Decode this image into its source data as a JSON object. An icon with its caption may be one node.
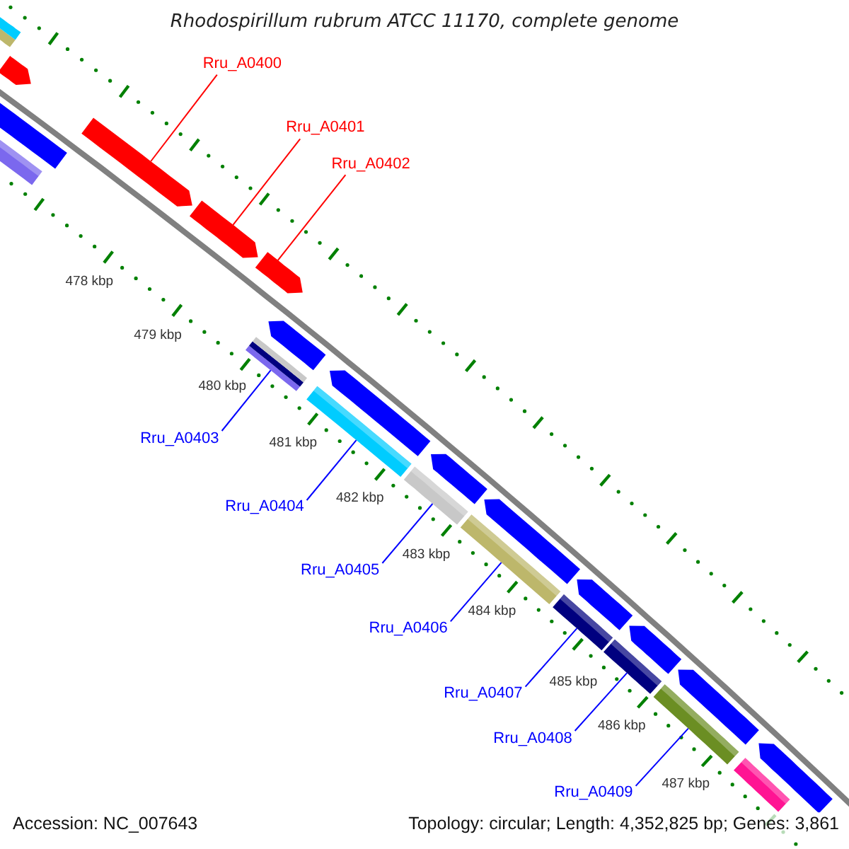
{
  "diagram": {
    "title": "Rhodospirillum rubrum ATCC 11170, complete genome",
    "nodes": [
      {
        "text": [
          "Rru_A0400"
        ]
      },
      {
        "text": [
          "Rru_A0401"
        ]
      },
      {
        "text": [
          "Rru_A0402"
        ]
      },
      {
        "text": [
          "Rru_A0403"
        ]
      },
      {
        "text": [
          "Rru_A0404"
        ]
      },
      {
        "text": [
          "Rru_A0405"
        ]
      },
      {
        "text": [
          "Rru_A0406"
        ]
      },
      {
        "text": [
          "Rru_A0407"
        ]
      },
      {
        "text": [
          "Rru_A0408"
        ]
      },
      {
        "text": [
          "Rru_A0409"
        ]
      },
      {
        "text": [],
        "shape": "arrow"
      },
      {
        "text": [],
        "shape": "arrow"
      },
      {
        "text": [],
        "shape": "arrow"
      },
      {
        "text": [],
        "shape": "bar"
      },
      {
        "text": [],
        "shape": "bar"
      },
      {
        "text": [],
        "shape": "bar"
      },
      {
        "text": [],
        "shape": "bar"
      },
      {
        "text": [],
        "shape": "bar"
      },
      {
        "text": [],
        "shape": "bar"
      },
      {
        "text": [],
        "shape": "bar"
      },
      {
        "text": [],
        "shape": "arrow"
      },
      {
        "text": [],
        "shape": "bar"
      },
      {
        "text": [],
        "shape": "arrow"
      },
      {
        "text": [],
        "shape": "bar"
      },
      {
        "text": [],
        "shape": "arrow"
      },
      {
        "text": [],
        "shape": "arrow"
      },
      {
        "text": [],
        "shape": "arrow"
      },
      {
        "text": [],
        "shape": "arrow"
      },
      {
        "text": [],
        "shape": "arrow"
      },
      {
        "text": [],
        "shape": "arrow"
      },
      {
        "text": [],
        "shape": "arrow"
      },
      {
        "text": [],
        "shape": "arrow"
      },
      {
        "text": [],
        "shape": "bar"
      }
    ],
    "edges": [
      {
        "from": 0,
        "to": 10,
        "arrow": "none",
        "color": "#ff0000"
      },
      {
        "from": 1,
        "to": 11,
        "arrow": "none",
        "color": "#ff0000"
      },
      {
        "from": 2,
        "to": 12,
        "arrow": "none",
        "color": "#ff0000"
      },
      {
        "from": 3,
        "to": 13,
        "arrow": "none"
      },
      {
        "from": 4,
        "to": 14,
        "arrow": "none"
      },
      {
        "from": 5,
        "to": 15,
        "arrow": "none"
      },
      {
        "from": 6,
        "to": 16,
        "arrow": "none"
      },
      {
        "from": 7,
        "to": 17,
        "arrow": "none"
      },
      {
        "from": 8,
        "to": 18,
        "arrow": "none"
      },
      {
        "from": 9,
        "to": 19,
        "arrow": "none"
      }
    ],
    "labels": [
      "478 kbp",
      "479 kbp",
      "480 kbp",
      "481 kbp",
      "482 kbp",
      "483 kbp",
      "484 kbp",
      "485 kbp",
      "486 kbp",
      "487 kbp",
      "Accession: NC_007643",
      "Topology: circular; Length: 4,352,825 bp; Genes: 3,861"
    ]
  }
}
